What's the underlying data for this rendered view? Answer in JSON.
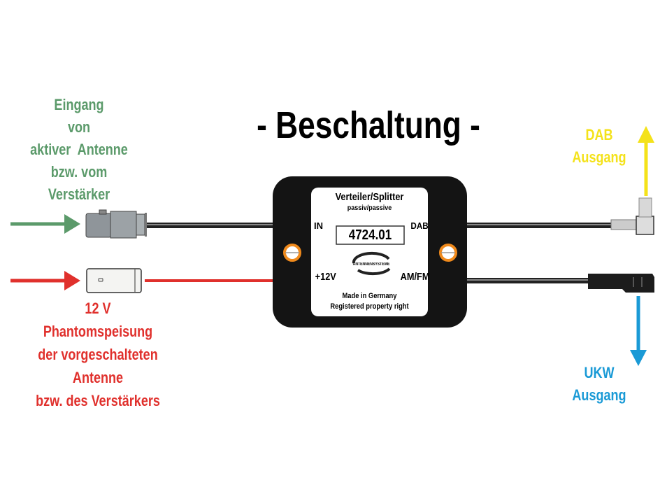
{
  "title": "- Beschaltung -",
  "input_label": [
    "Eingang",
    "von",
    "aktiver  Antenne",
    "bzw. vom",
    "Verstärker"
  ],
  "power_label": [
    "12 V",
    "Phantomspeisung",
    "der vorgeschalteten",
    "Antenne",
    "bzw. des Verstärkers"
  ],
  "dab_label": [
    "DAB",
    "Ausgang"
  ],
  "ukw_label": [
    "UKW",
    "Ausgang"
  ],
  "device": {
    "name": "Verteiler/Splitter",
    "subtitle": "passiv/passive",
    "port_in": "IN",
    "port_dab": "DAB",
    "port_power": "+12V",
    "port_amfm": "AM/FM",
    "model": "4724.01",
    "brand": "ANTENNENSYSTEME",
    "made_in": "Made in Germany",
    "registered": "Registered property right"
  },
  "colors": {
    "input": "#5b9a6a",
    "power": "#e0302c",
    "dab": "#f4e21a",
    "ukw": "#1a9ad6"
  }
}
